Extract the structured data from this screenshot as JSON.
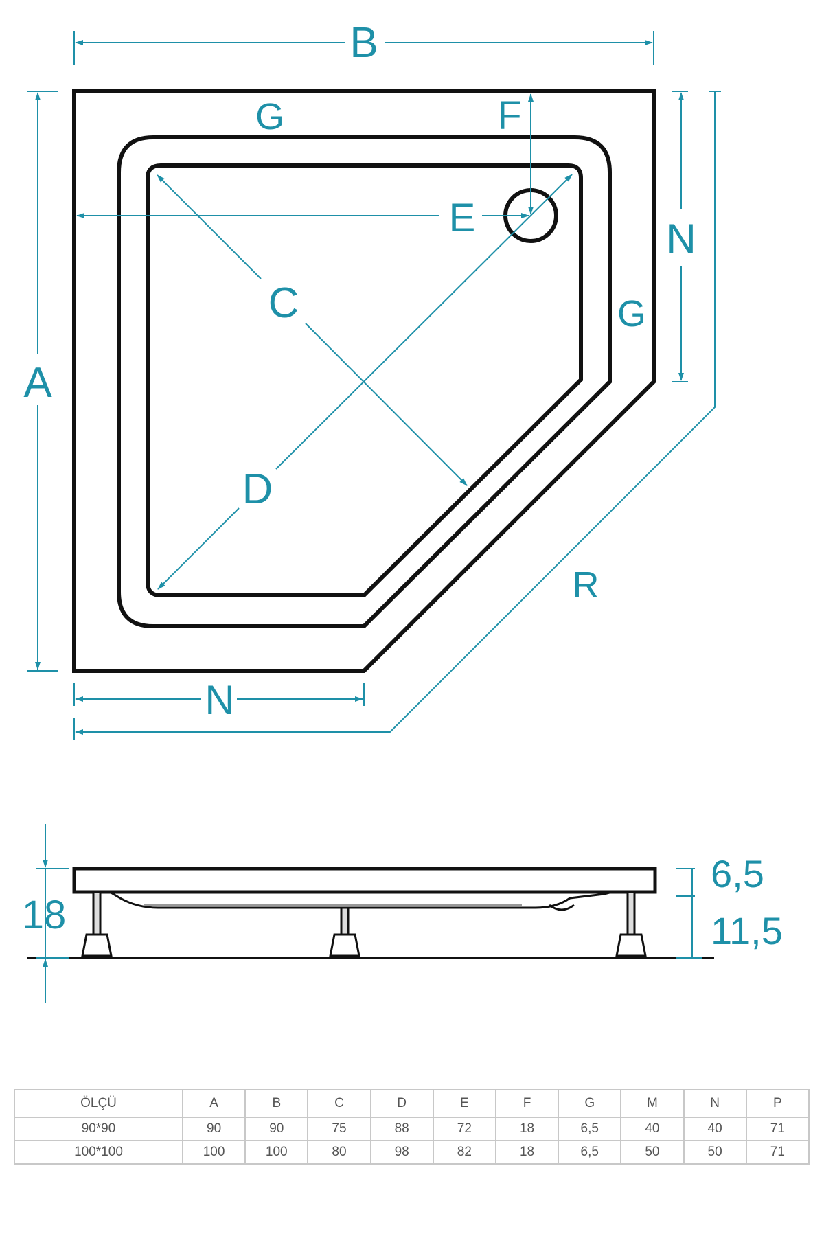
{
  "colors": {
    "dimension": "#1e90a8",
    "outline": "#111111",
    "table_border": "#c8c8c8",
    "table_text": "#555555"
  },
  "top_view_labels": {
    "B": "B",
    "G_top": "G",
    "F": "F",
    "E": "E",
    "N_right": "N",
    "C": "C",
    "G_right": "G",
    "A": "A",
    "D": "D",
    "R": "R",
    "N_bottom": "N"
  },
  "side_view_labels": {
    "height": "18",
    "rim": "6,5",
    "body": "11,5"
  },
  "table": {
    "headers": [
      "ÖLÇÜ",
      "A",
      "B",
      "C",
      "D",
      "E",
      "F",
      "G",
      "M",
      "N",
      "P"
    ],
    "rows": [
      [
        "90*90",
        "90",
        "90",
        "75",
        "88",
        "72",
        "18",
        "6,5",
        "40",
        "40",
        "71"
      ],
      [
        "100*100",
        "100",
        "100",
        "80",
        "98",
        "82",
        "18",
        "6,5",
        "50",
        "50",
        "71"
      ]
    ]
  }
}
